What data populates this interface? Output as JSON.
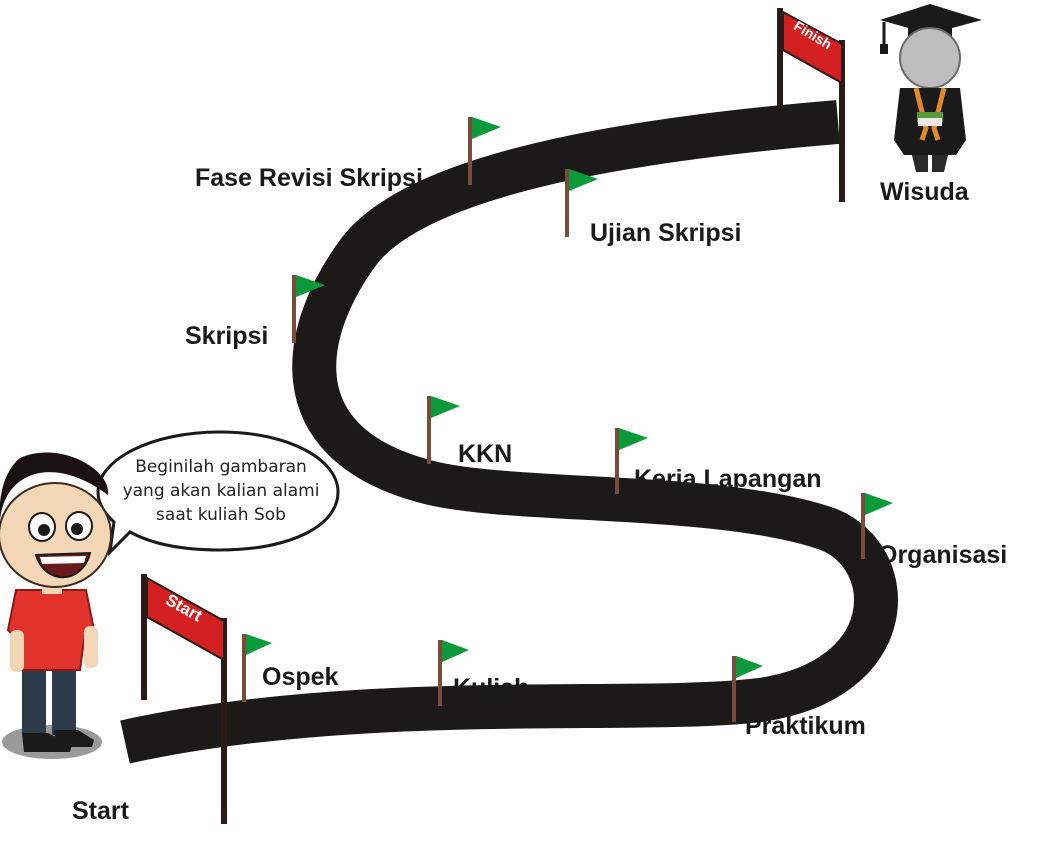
{
  "milestones": {
    "start": "Start",
    "ospek": "Ospek",
    "kuliah": "Kuliah",
    "praktikum": "Praktikum",
    "organisasi": "Organisasi",
    "kerja_lapangan": "Kerja Lapangan",
    "kkn": "KKN",
    "skripsi": "Skripsi",
    "fase_revisi": "Fase Revisi Skripsi",
    "ujian": "Ujian Skripsi",
    "wisuda": "Wisuda"
  },
  "gates": {
    "start_sign": "Start",
    "finish_sign": "Finish"
  },
  "speech_bubble": {
    "line1": "Beginilah gambaran",
    "line2": "yang akan kalian alami",
    "line3": "saat kuliah Sob"
  },
  "colors": {
    "road": "#1c1a19",
    "flag": "#0a9a3a",
    "pole": "#7a4a3a",
    "sign": "#d42020",
    "shirt": "#e2322c"
  }
}
